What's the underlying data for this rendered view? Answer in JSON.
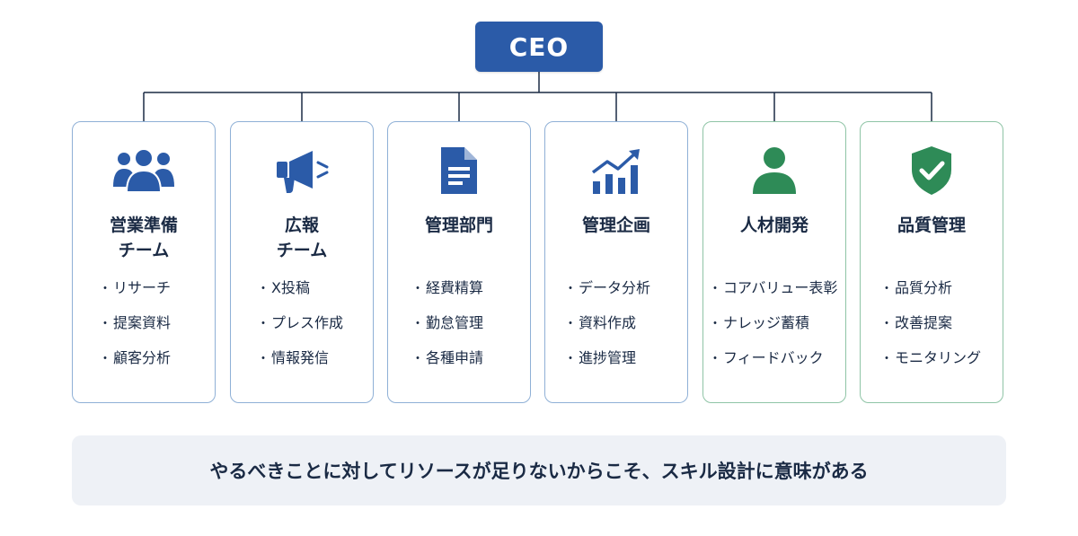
{
  "ceo": {
    "label": "CEO"
  },
  "colors": {
    "primary_blue": "#2b5ba8",
    "accent_green": "#2e8b57",
    "line": "#1a2a44",
    "footer_bg": "#eef1f6"
  },
  "departments": [
    {
      "title": "営業準備\nチーム",
      "icon": "team-users-icon",
      "items": [
        "リサーチ",
        "提案資料",
        "顧客分析"
      ]
    },
    {
      "title": "広報\nチーム",
      "icon": "megaphone-icon",
      "items": [
        "X投稿",
        "プレス作成",
        "情報発信"
      ]
    },
    {
      "title": "管理部門",
      "icon": "document-icon",
      "items": [
        "経費精算",
        "勤怠管理",
        "各種申請"
      ]
    },
    {
      "title": "管理企画",
      "icon": "growth-chart-icon",
      "items": [
        "データ分析",
        "資料作成",
        "進捗管理"
      ]
    },
    {
      "title": "人材開発",
      "icon": "person-icon",
      "items": [
        "コアバリュー表彰",
        "ナレッジ蓄積",
        "フィードバック"
      ]
    },
    {
      "title": "品質管理",
      "icon": "shield-check-icon",
      "items": [
        "品質分析",
        "改善提案",
        "モニタリング"
      ]
    }
  ],
  "footer": {
    "message": "やるべきことに対してリソースが足りないからこそ、スキル設計に意味がある"
  }
}
